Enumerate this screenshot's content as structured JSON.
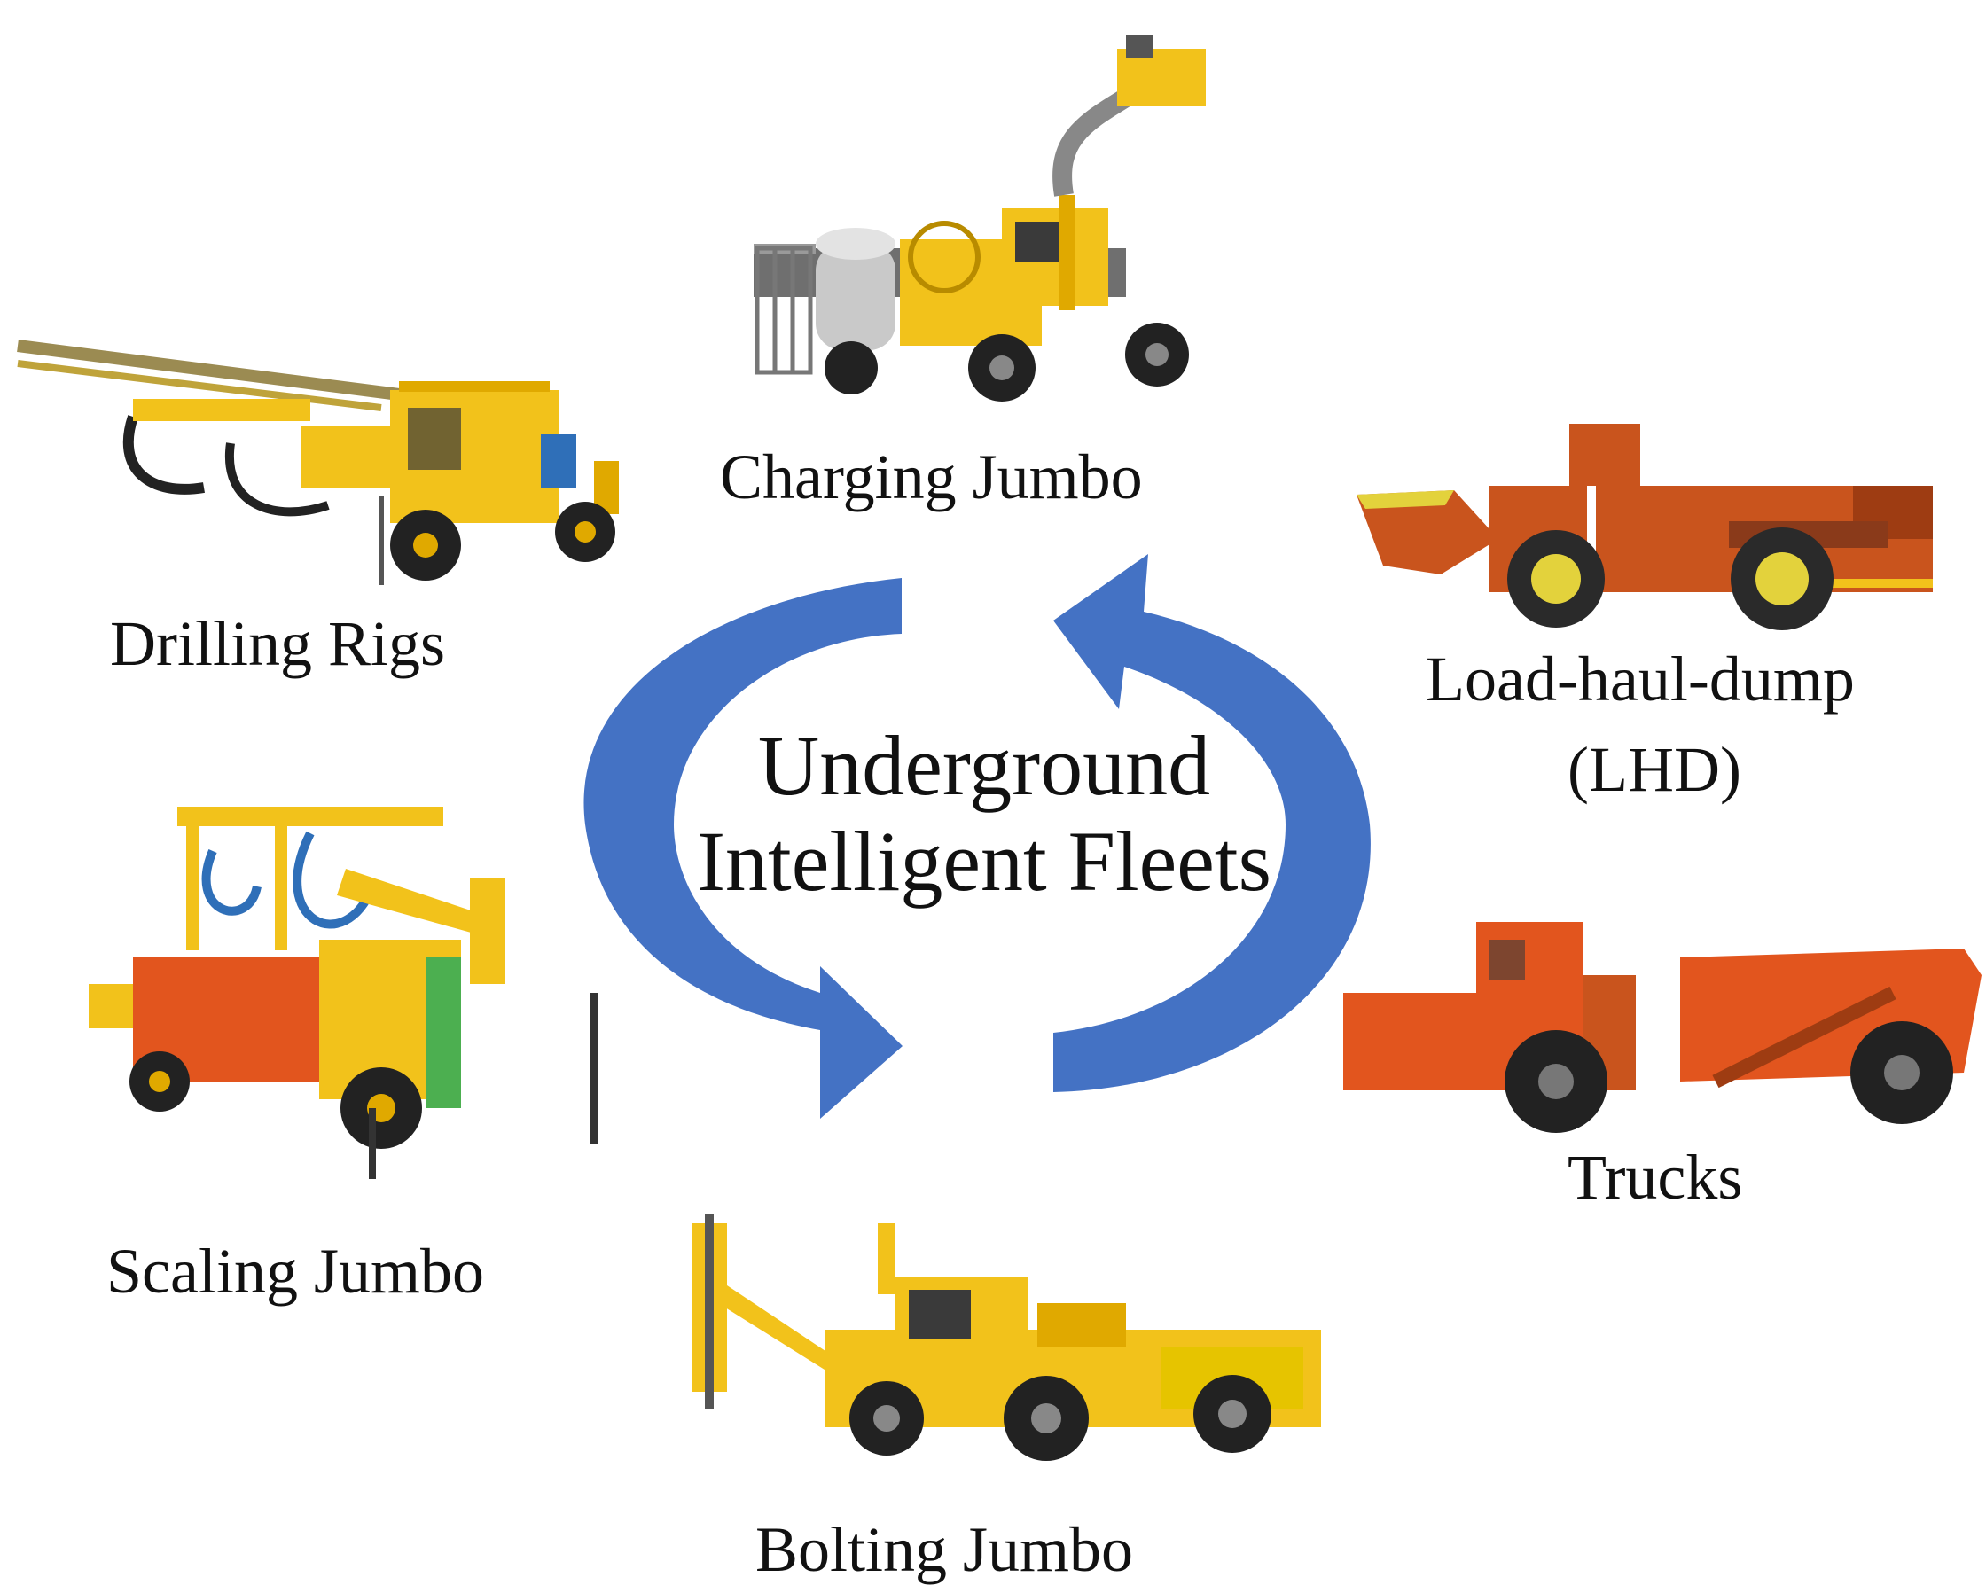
{
  "center": {
    "line1": "Underground",
    "line2": "Intelligent Fleets"
  },
  "fleets": {
    "charging_jumbo": "Charging Jumbo",
    "drilling_rigs": "Drilling Rigs",
    "lhd_line1": "Load-haul-dump",
    "lhd_line2": "(LHD)",
    "scaling_jumbo": "Scaling Jumbo",
    "trucks": "Trucks",
    "bolting_jumbo": "Bolting Jumbo"
  },
  "colors": {
    "arrow": "#4472c4",
    "yellow_machine": "#f2c21b",
    "orange_machine": "#e2551e",
    "brown_machine": "#c9541d"
  },
  "icons": {
    "charging_jumbo": "charging-jumbo-machine",
    "drilling_rigs": "drilling-rig-machine",
    "lhd": "lhd-loader-machine",
    "scaling_jumbo": "scaling-jumbo-machine",
    "trucks": "mining-truck-machine",
    "bolting_jumbo": "bolting-jumbo-machine"
  }
}
